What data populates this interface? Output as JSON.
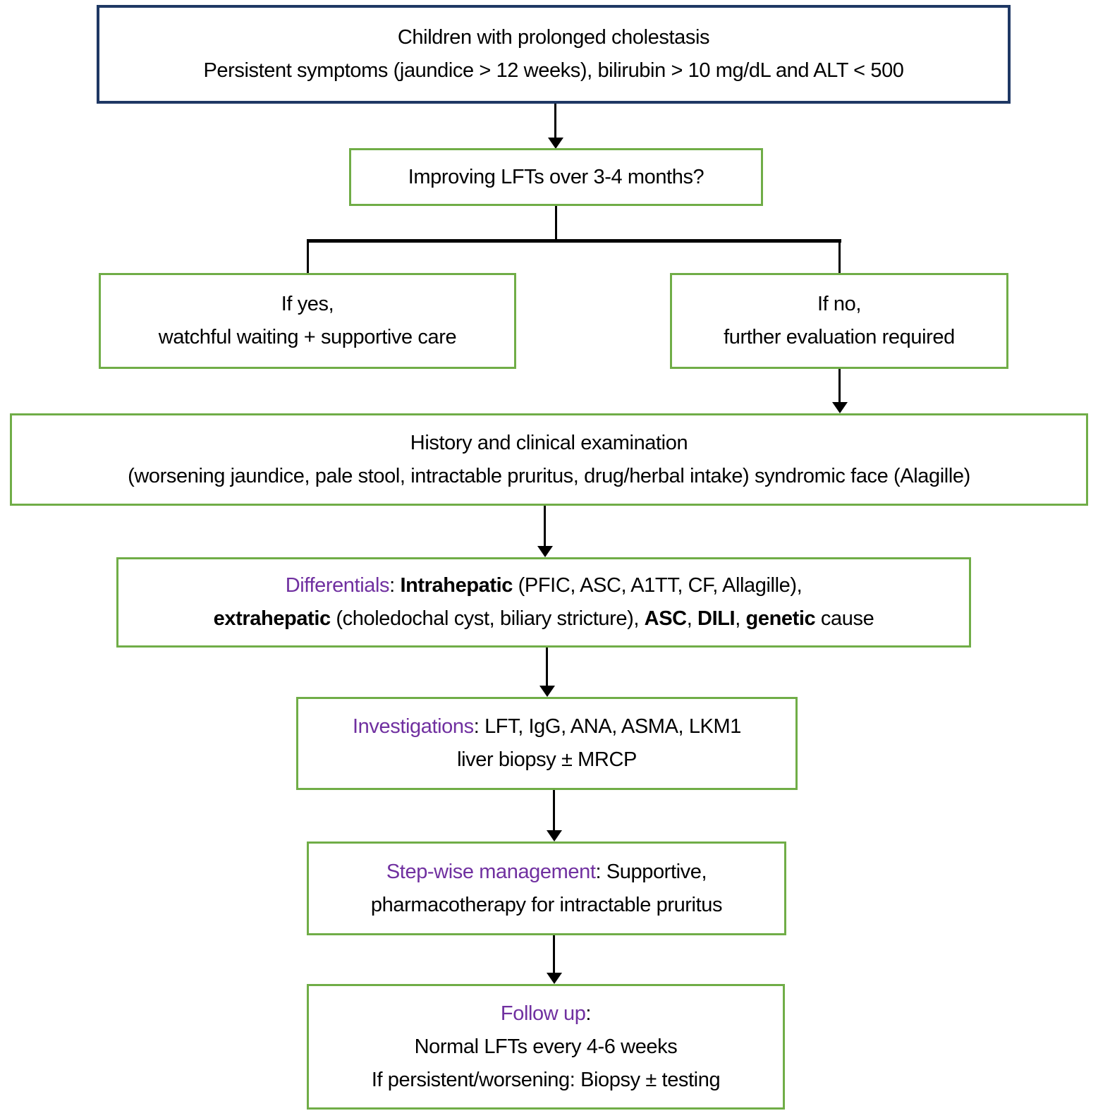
{
  "colors": {
    "navy": "#1f3864",
    "green": "#70ad47",
    "purple": "#7030a0",
    "line": "#000000",
    "text": "#000000",
    "background": "#ffffff"
  },
  "nodes": {
    "start": {
      "line1": "Children with prolonged cholestasis",
      "line2": "Persistent symptoms (jaundice > 12 weeks), bilirubin > 10 mg/dL and ALT < 500"
    },
    "question": {
      "line1": "Improving LFTs over 3-4 months?"
    },
    "yes_branch": {
      "line1": "If yes,",
      "line2": "watchful waiting + supportive care"
    },
    "no_branch": {
      "line1": "If no,",
      "line2": "further evaluation required"
    },
    "history": {
      "line1": "History and clinical examination",
      "line2": "(worsening jaundice, pale stool, intractable pruritus, drug/herbal intake) syndromic face (Alagille)"
    },
    "differentials": {
      "line1": [
        {
          "t": "Differentials",
          "c": "purple"
        },
        {
          "t": ": "
        },
        {
          "t": "Intrahepatic",
          "b": true
        },
        {
          "t": " (PFIC, ASC, A1TT, CF, Allagille),"
        }
      ],
      "line2": [
        {
          "t": "extrahepatic",
          "b": true
        },
        {
          "t": " (choledochal cyst, biliary stricture), "
        },
        {
          "t": "ASC",
          "b": true
        },
        {
          "t": ", "
        },
        {
          "t": "DILI",
          "b": true
        },
        {
          "t": ", "
        },
        {
          "t": "genetic",
          "b": true
        },
        {
          "t": " cause"
        }
      ]
    },
    "investigations": {
      "line1": [
        {
          "t": "Investigations",
          "c": "purple"
        },
        {
          "t": ": LFT, IgG, ANA, ASMA, LKM1"
        }
      ],
      "line2": "liver biopsy ± MRCP"
    },
    "stepwise": {
      "line1": [
        {
          "t": "Step-wise management",
          "c": "purple"
        },
        {
          "t": ": Supportive,"
        }
      ],
      "line2": "pharmacotherapy for intractable pruritus"
    },
    "followup": {
      "line1": [
        {
          "t": "Follow up",
          "c": "purple"
        },
        {
          "t": ":"
        }
      ],
      "line2": "Normal LFTs every 4-6 weeks",
      "line3": "If persistent/worsening: Biopsy ± testing"
    }
  }
}
